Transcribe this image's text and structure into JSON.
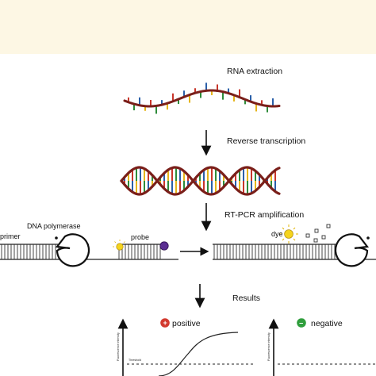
{
  "steps": {
    "rna_extraction": "RNA extraction",
    "reverse_transcription": "Reverse transcription",
    "rt_pcr": "RT-PCR amplification",
    "results": "Results"
  },
  "labels": {
    "dna_polymerase": "DNA polymerase",
    "primer": "primer",
    "probe": "probe",
    "dye": "dye",
    "threshold": "Threshold",
    "y_axis": "Fluorescence intensity"
  },
  "results": {
    "positive": "positive",
    "negative": "negative",
    "positive_sign": "+",
    "negative_sign": "−"
  },
  "colors": {
    "background_band": "#fdf7e4",
    "strand_outer": "#7a1f1a",
    "base_red": "#c8362b",
    "base_green": "#2e8b3a",
    "base_blue": "#2a5fa8",
    "base_yellow": "#e5b51c",
    "positive_red": "#d23a2f",
    "negative_green": "#2f9e3c",
    "probe_purple": "#5a2d91",
    "dye_yellow": "#f5d41c"
  }
}
